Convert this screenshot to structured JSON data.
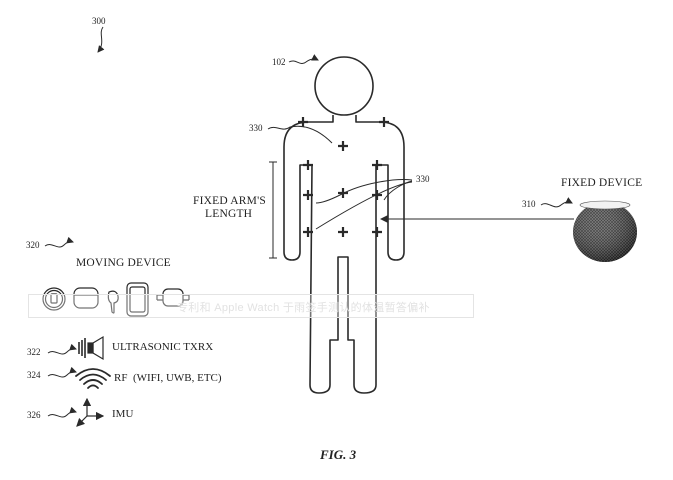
{
  "figure": {
    "ref_system": "300",
    "ref_person": "102",
    "ref_markers_top": "330",
    "ref_markers_right": "330",
    "fixed_arms_length": [
      "FIXED ARM'S",
      "LENGTH"
    ],
    "fixed_device": {
      "ref": "310",
      "label": "FIXED DEVICE"
    },
    "moving_device": {
      "ref": "320",
      "label": "MOVING DEVICE"
    },
    "components": [
      {
        "ref": "322",
        "label": "ULTRASONIC TXRX",
        "icon": "speaker-icon"
      },
      {
        "ref": "324",
        "label": "RF  (WIFI, UWB, ETC)",
        "icon": "rf-waves-icon"
      },
      {
        "ref": "326",
        "label": "IMU",
        "icon": "axes-icon"
      }
    ],
    "caption": "FIG. 3"
  },
  "watermark": {
    "text": "专利和 Apple Watch 于雨签手测认的体温暂答偏补"
  },
  "colors": {
    "line": "#2a2a2a",
    "background": "#ffffff",
    "speaker_dark": "#3a3a3a"
  }
}
